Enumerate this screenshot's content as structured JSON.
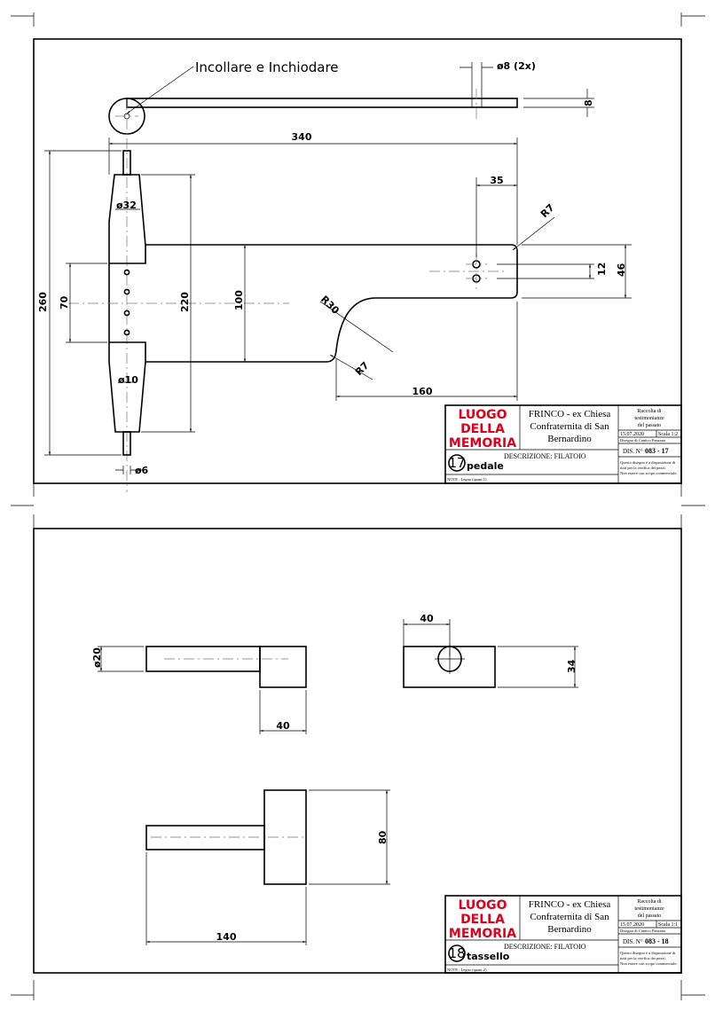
{
  "sheet1": {
    "note": "Incollare e Inchiodare",
    "dims": {
      "d8": "ø8 (2x)",
      "t8": "8",
      "l340": "340",
      "l35": "35",
      "r7_top": "R7",
      "l12": "12",
      "l46": "46",
      "l260": "260",
      "l70": "70",
      "l220": "220",
      "l100": "100",
      "r30": "R30",
      "r7_bot": "R7",
      "l160": "160",
      "d32": "ø32",
      "d10": "ø10",
      "d6": "ø6"
    },
    "title_block": {
      "logo": [
        "LUOGO",
        "DELLA",
        "MEMORIA"
      ],
      "place": [
        "FRINCO - ex Chiesa",
        "Confraternita di San",
        "Bernardino"
      ],
      "collection": [
        "Raccolta di",
        "testimonianze",
        "del passato"
      ],
      "date": "15.07.2020",
      "scale": "Scala 1:2",
      "author": "Disegno di Cantico Panzana",
      "dis_label": "DIS. N°",
      "dis_number": "083 - 17",
      "number": "17",
      "part_name": "pedale",
      "description": "DESCRIZIONE: FILATOIO",
      "notes": "NOTE : Legno   (quant.1)",
      "license": [
        "Questo disegno è a disposizione di",
        "tutti per la verifica dei pezzi.",
        "Non essere con scopo commerciale."
      ]
    }
  },
  "sheet2": {
    "dims": {
      "d20": "ø20",
      "l40a": "40",
      "l40b": "40",
      "l34": "34",
      "l80": "80",
      "l140": "140"
    },
    "title_block": {
      "logo": [
        "LUOGO",
        "DELLA",
        "MEMORIA"
      ],
      "place": [
        "FRINCO - ex Chiesa",
        "Confraternita di San",
        "Bernardino"
      ],
      "collection": [
        "Raccolta di",
        "testimonianze",
        "del passato"
      ],
      "date": "15.07.2020",
      "scale": "Scala 1:1",
      "author": "Disegno di Cantico Panzana",
      "dis_label": "DIS. N°",
      "dis_number": "083 - 18",
      "number": "18",
      "part_name": "tassello",
      "description": "DESCRIZIONE: FILATOIO",
      "notes": "NOTE : Legno   (quant.2)",
      "license": [
        "Questo disegno è a disposizione di",
        "tutti per la verifica dei pezzi.",
        "Non essere con scopo commerciale."
      ]
    }
  }
}
